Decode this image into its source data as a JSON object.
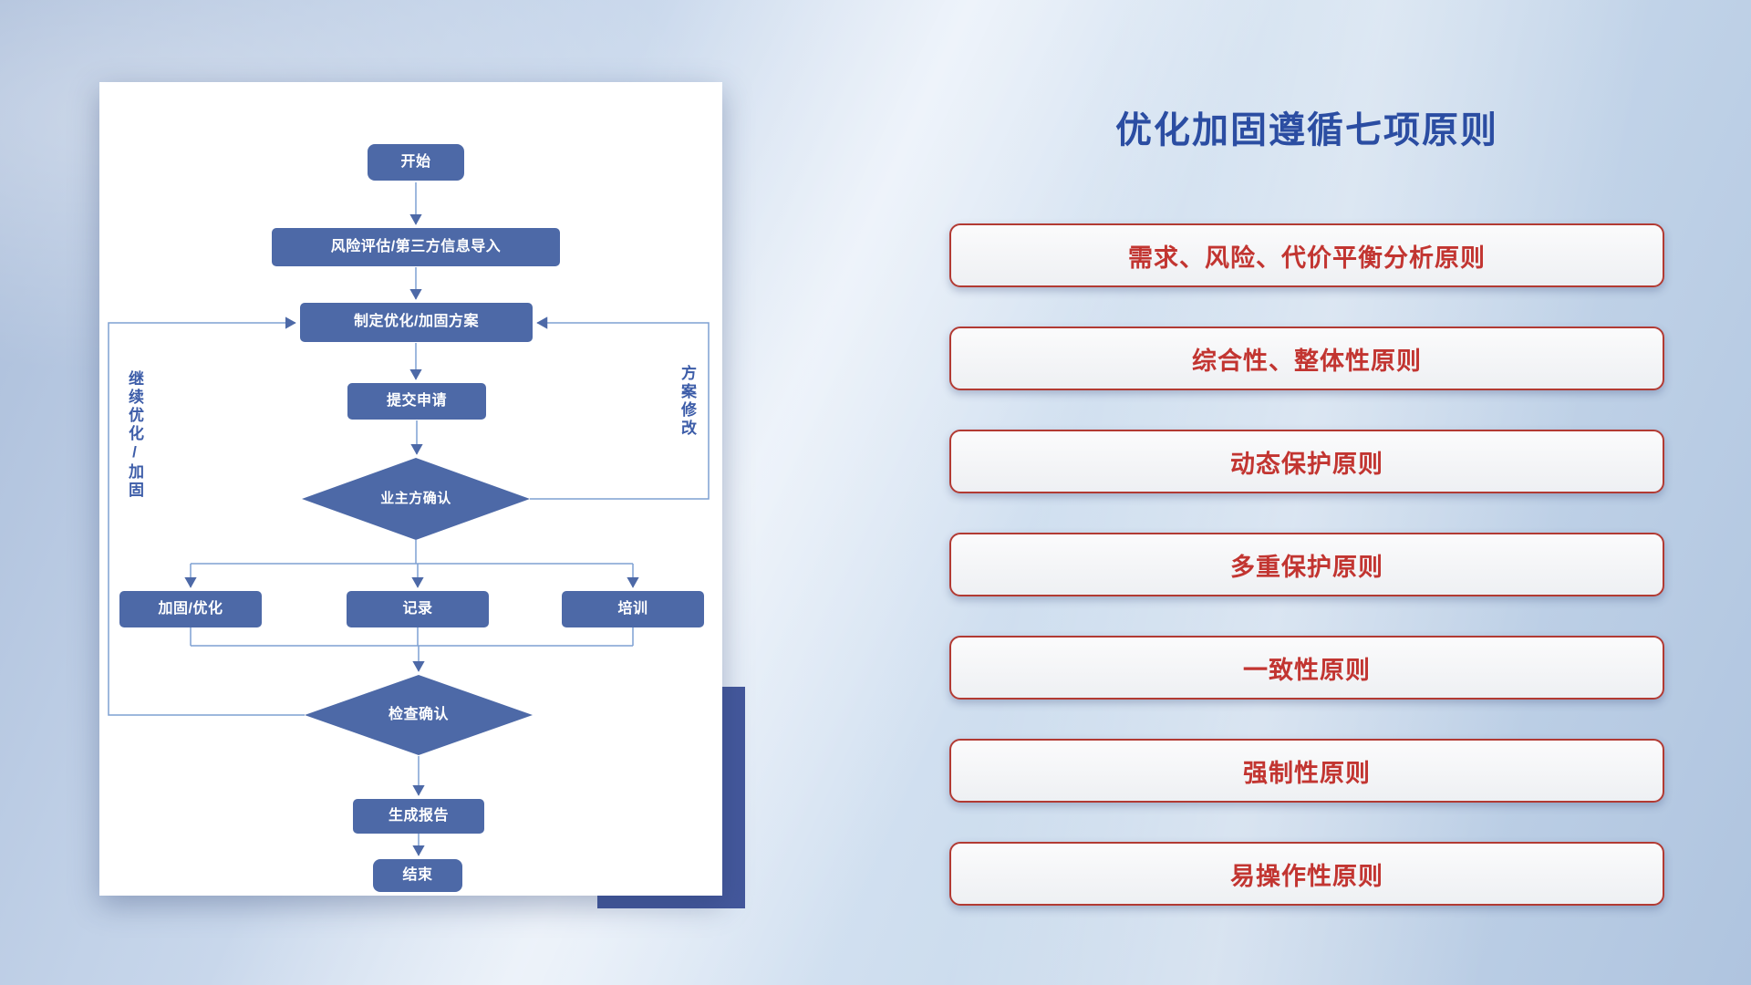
{
  "title": "优化加固遵循七项原则",
  "principles": [
    "需求、风险、代价平衡分析原则",
    "综合性、整体性原则",
    "动态保护原则",
    "多重保护原则",
    "一致性原则",
    "强制性原则",
    "易操作性原则"
  ],
  "flowchart": {
    "nodes": {
      "start": "开始",
      "risk_import": "风险评估/第三方信息导入",
      "make_plan": "制定优化/加固方案",
      "submit_request": "提交申请",
      "owner_confirm": "业主方确认",
      "harden_optimize": "加固/优化",
      "record": "记录",
      "training": "培训",
      "check_confirm": "检查确认",
      "generate_report": "生成报告",
      "end": "结束"
    },
    "loop_labels": {
      "continue": "继续优化/加固",
      "revision": "方案修改"
    }
  },
  "colors": {
    "title_blue": "#2b4da2",
    "principle_text_red": "#c23531",
    "principle_border_red": "#b23a33",
    "node_fill_blue": "#4d69a7",
    "connector_blue": "#7ea0d2",
    "accent_rect_navy": "#44589c"
  }
}
